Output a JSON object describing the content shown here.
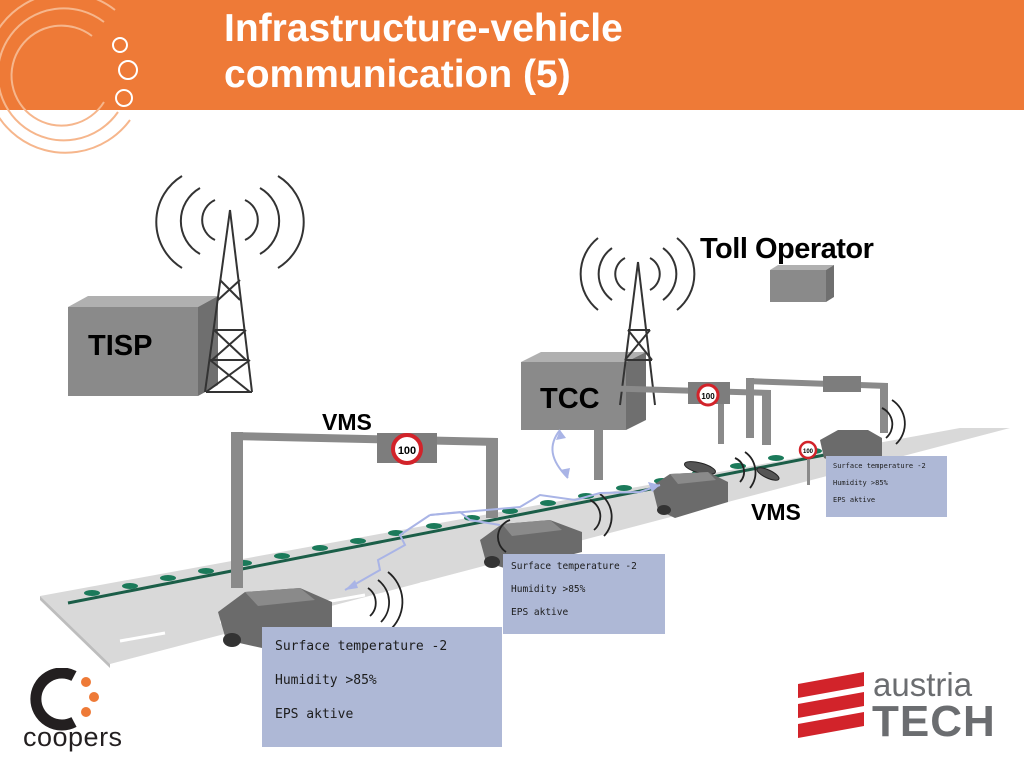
{
  "title": {
    "line1": "Infrastructure-vehicle",
    "line2": "communication (5)"
  },
  "labels": {
    "tisp": "TISP",
    "tcc": "TCC",
    "toll_operator": "Toll Operator",
    "vms_left": "VMS",
    "vms_right": "VMS"
  },
  "sign_speed": "100",
  "info_boxes": {
    "large": {
      "line1": "Surface temperature -2",
      "line2": "Humidity >85%",
      "line3": "EPS aktive"
    },
    "medium": {
      "line1": "Surface temperature -2",
      "line2": "Humidity >85%",
      "line3": "EPS aktive"
    },
    "small": {
      "line1": "Surface temperature -2",
      "line2": "Humidity >85%",
      "line3": "EPS aktive"
    }
  },
  "logos": {
    "coopers": "coopers",
    "austria": "austria",
    "tech": "TECH"
  },
  "colors": {
    "header": "#ee7a37",
    "info_box": "#aeb8d6",
    "road": "#d9d9d9",
    "building": "#8a8a8a",
    "austriatech_red": "#d2232a",
    "coopers_orange": "#ee7a37"
  }
}
